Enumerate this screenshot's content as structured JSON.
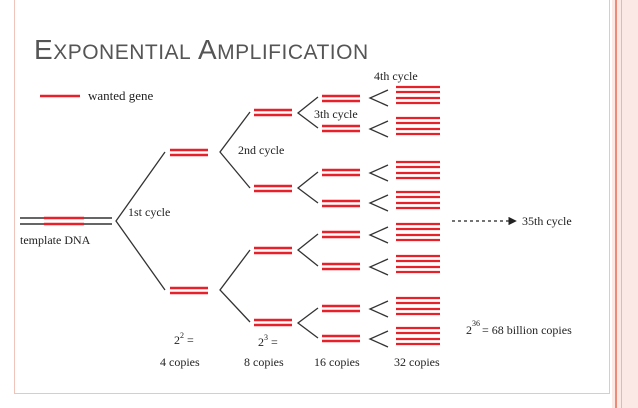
{
  "title": {
    "first_cap": "E",
    "first_rest": "XPONENTIAL",
    "second_cap": "A",
    "second_rest": "MPLIFICATION"
  },
  "legend": {
    "label": "wanted gene"
  },
  "labels": {
    "template": "template DNA",
    "cycle1": "1st cycle",
    "cycle2": "2nd cycle",
    "cycle3": "3th cycle",
    "cycle4": "4th cycle",
    "cycle35": "35th cycle"
  },
  "counts": [
    {
      "power_base": "2",
      "power_exp": "2",
      "suffix": "=",
      "copies": "4 copies"
    },
    {
      "power_base": "2",
      "power_exp": "3",
      "suffix": "=",
      "copies": "8 copies"
    },
    {
      "copies": "16 copies"
    },
    {
      "copies": "32 copies"
    }
  ],
  "final": {
    "power_base": "2",
    "power_exp": "36",
    "text": "= 68 billion copies"
  },
  "colors": {
    "gene": "#e8202a",
    "strand": "#333333",
    "title": "#555555",
    "accent": "#f08a78"
  }
}
